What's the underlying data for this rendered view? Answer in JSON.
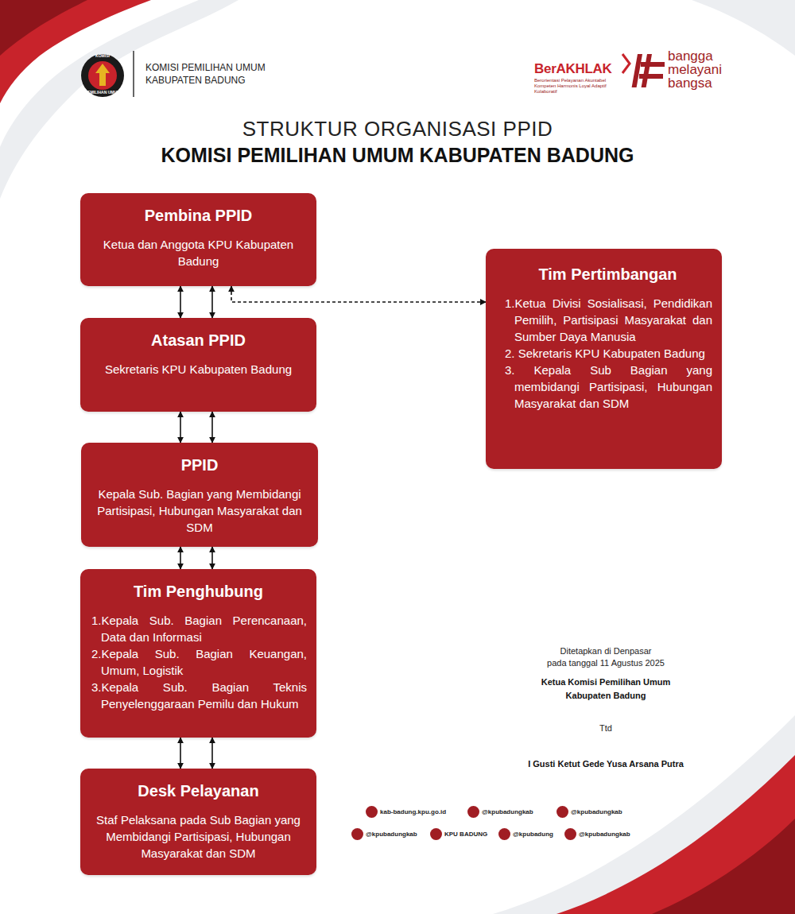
{
  "diagram": {
    "title": "STRUKTUR ORGANISASI PPID",
    "nodes": [
      {
        "text": [
          "Pembina PPID",
          "Ketua dan Anggota KPU Kabupaten Badung"
        ]
      },
      {
        "text": [
          "Atasan PPID",
          "Sekretaris KPU Kabupaten Badung"
        ]
      },
      {
        "text": [
          "PPID",
          "Kepala Sub. Bagian yang Membidangi Partisipasi, Hubungan Masyarakat dan SDM"
        ]
      },
      {
        "text": [
          "Tim Penghubung",
          "1.Kepala Sub. Bagian Perencanaan, Data dan Informasi",
          "2.Kepala Sub. Bagian Keuangan, Umum, Logistik",
          "3.Kepala Sub. Bagian Teknis Penyelenggaraan Pemilu dan Hukum"
        ]
      },
      {
        "text": [
          "Desk Pelayanan",
          "Staf Pelaksana pada Sub Bagian yang Membidangi Partisipasi, Hubungan Masyarakat dan SDM"
        ]
      },
      {
        "text": [
          "Tim Pertimbangan",
          "1.Ketua Divisi Sosialisasi, Pendidikan Pemilih, Partisipasi Masyarakat dan Sumber Daya Manusia",
          "2. Sekretaris KPU Kabupaten Badung",
          "3. Kepala Sub Bagian yang membidangi Partisipasi, Hubungan Masyarakat dan SDM"
        ]
      }
    ],
    "edges": [
      {
        "from": 0,
        "to": 1,
        "arrow": "both"
      },
      {
        "from": 0,
        "to": 1,
        "arrow": "both"
      },
      {
        "from": 0,
        "to": 5,
        "arrow": "both"
      },
      {
        "from": 1,
        "to": 2,
        "arrow": "both"
      },
      {
        "from": 1,
        "to": 2,
        "arrow": "both"
      },
      {
        "from": 2,
        "to": 3,
        "arrow": "both"
      },
      {
        "from": 2,
        "to": 3,
        "arrow": "both"
      },
      {
        "from": 3,
        "to": 4,
        "arrow": "both"
      },
      {
        "from": 3,
        "to": 4,
        "arrow": "both"
      }
    ],
    "labels": [
      "KOMISI PEMILIHAN UMUM KABUPATEN BADUNG",
      "KOMISI PEMILIHAN UMUM",
      "KABUPATEN BADUNG",
      "KOMISI",
      "PEMILIHAN UMUM",
      "BerAKHLAK",
      "Berorientasi Pelayanan Akuntabel Kompeten Harmonis Loyal Adaptif Kolaboratif",
      "bangga",
      "melayani",
      "bangsa",
      "Ditetapkan di Denpasar",
      "pada tanggal 11 Agustus 2025",
      "Ketua Komisi Pemilihan Umum",
      "Kabupaten Badung",
      "Ttd",
      "I Gusti Ketut Gede Yusa Arsana Putra",
      "kab-badung.kpu.go.id",
      "@kpubadungkab",
      "@kpubadungkab",
      "@kpubadungkab",
      "KPU BADUNG",
      "@kpubadung",
      "@kpubadungkab"
    ]
  }
}
